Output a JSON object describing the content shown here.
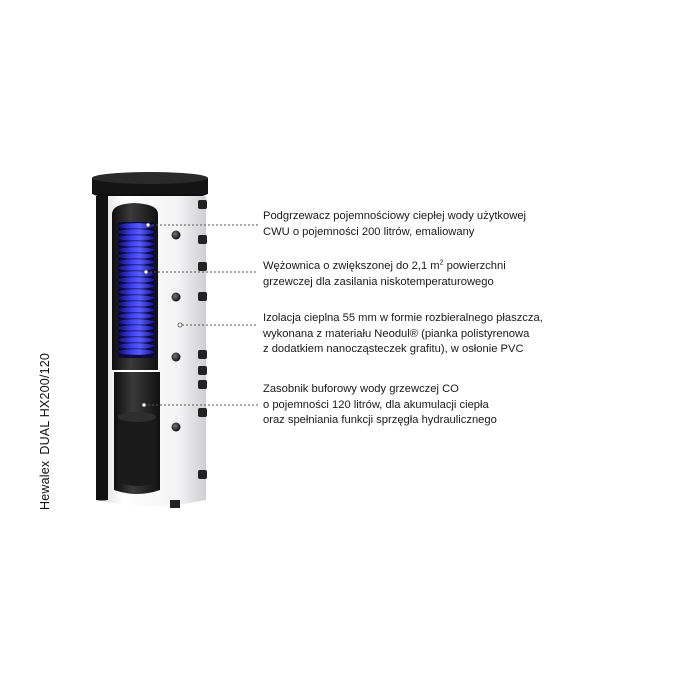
{
  "product_label": {
    "brand": "Hewalex",
    "model": "DUAL HX200/120"
  },
  "callouts": [
    {
      "id": "dhw-heater",
      "lines": [
        "Podgrzewacz pojemnościowy ciepłej wody użytkowej",
        "CWU o pojemności 200 litrów, emaliowany"
      ]
    },
    {
      "id": "coil",
      "lines": [
        "Wężownica o zwiększonej do 2,1 m",
        "grzewczej dla zasilania niskotemperaturowego"
      ],
      "line1_sup": "2",
      "line1_tail": " powierzchni"
    },
    {
      "id": "insulation",
      "lines": [
        "Izolacja cieplna 55 mm w formie rozbieralnego płaszcza,",
        "wykonana z materiału Neodul® (pianka polistyrenowa",
        "z dodatkiem nanocząsteczek grafitu), w osłonie PVC"
      ]
    },
    {
      "id": "buffer-tank",
      "lines": [
        "Zasobnik buforowy wody grzewczej CO",
        "o pojemności 120 litrów, dla akumulacji ciepła",
        "oraz spełniania funkcji sprzęgła hydraulicznego"
      ]
    }
  ],
  "colors": {
    "tank_white": "#f4f4f5",
    "inner_dark": "#1c1c1c",
    "coil_blue": "#2a2fd6",
    "lid": "#141414",
    "leader": "#555555"
  }
}
